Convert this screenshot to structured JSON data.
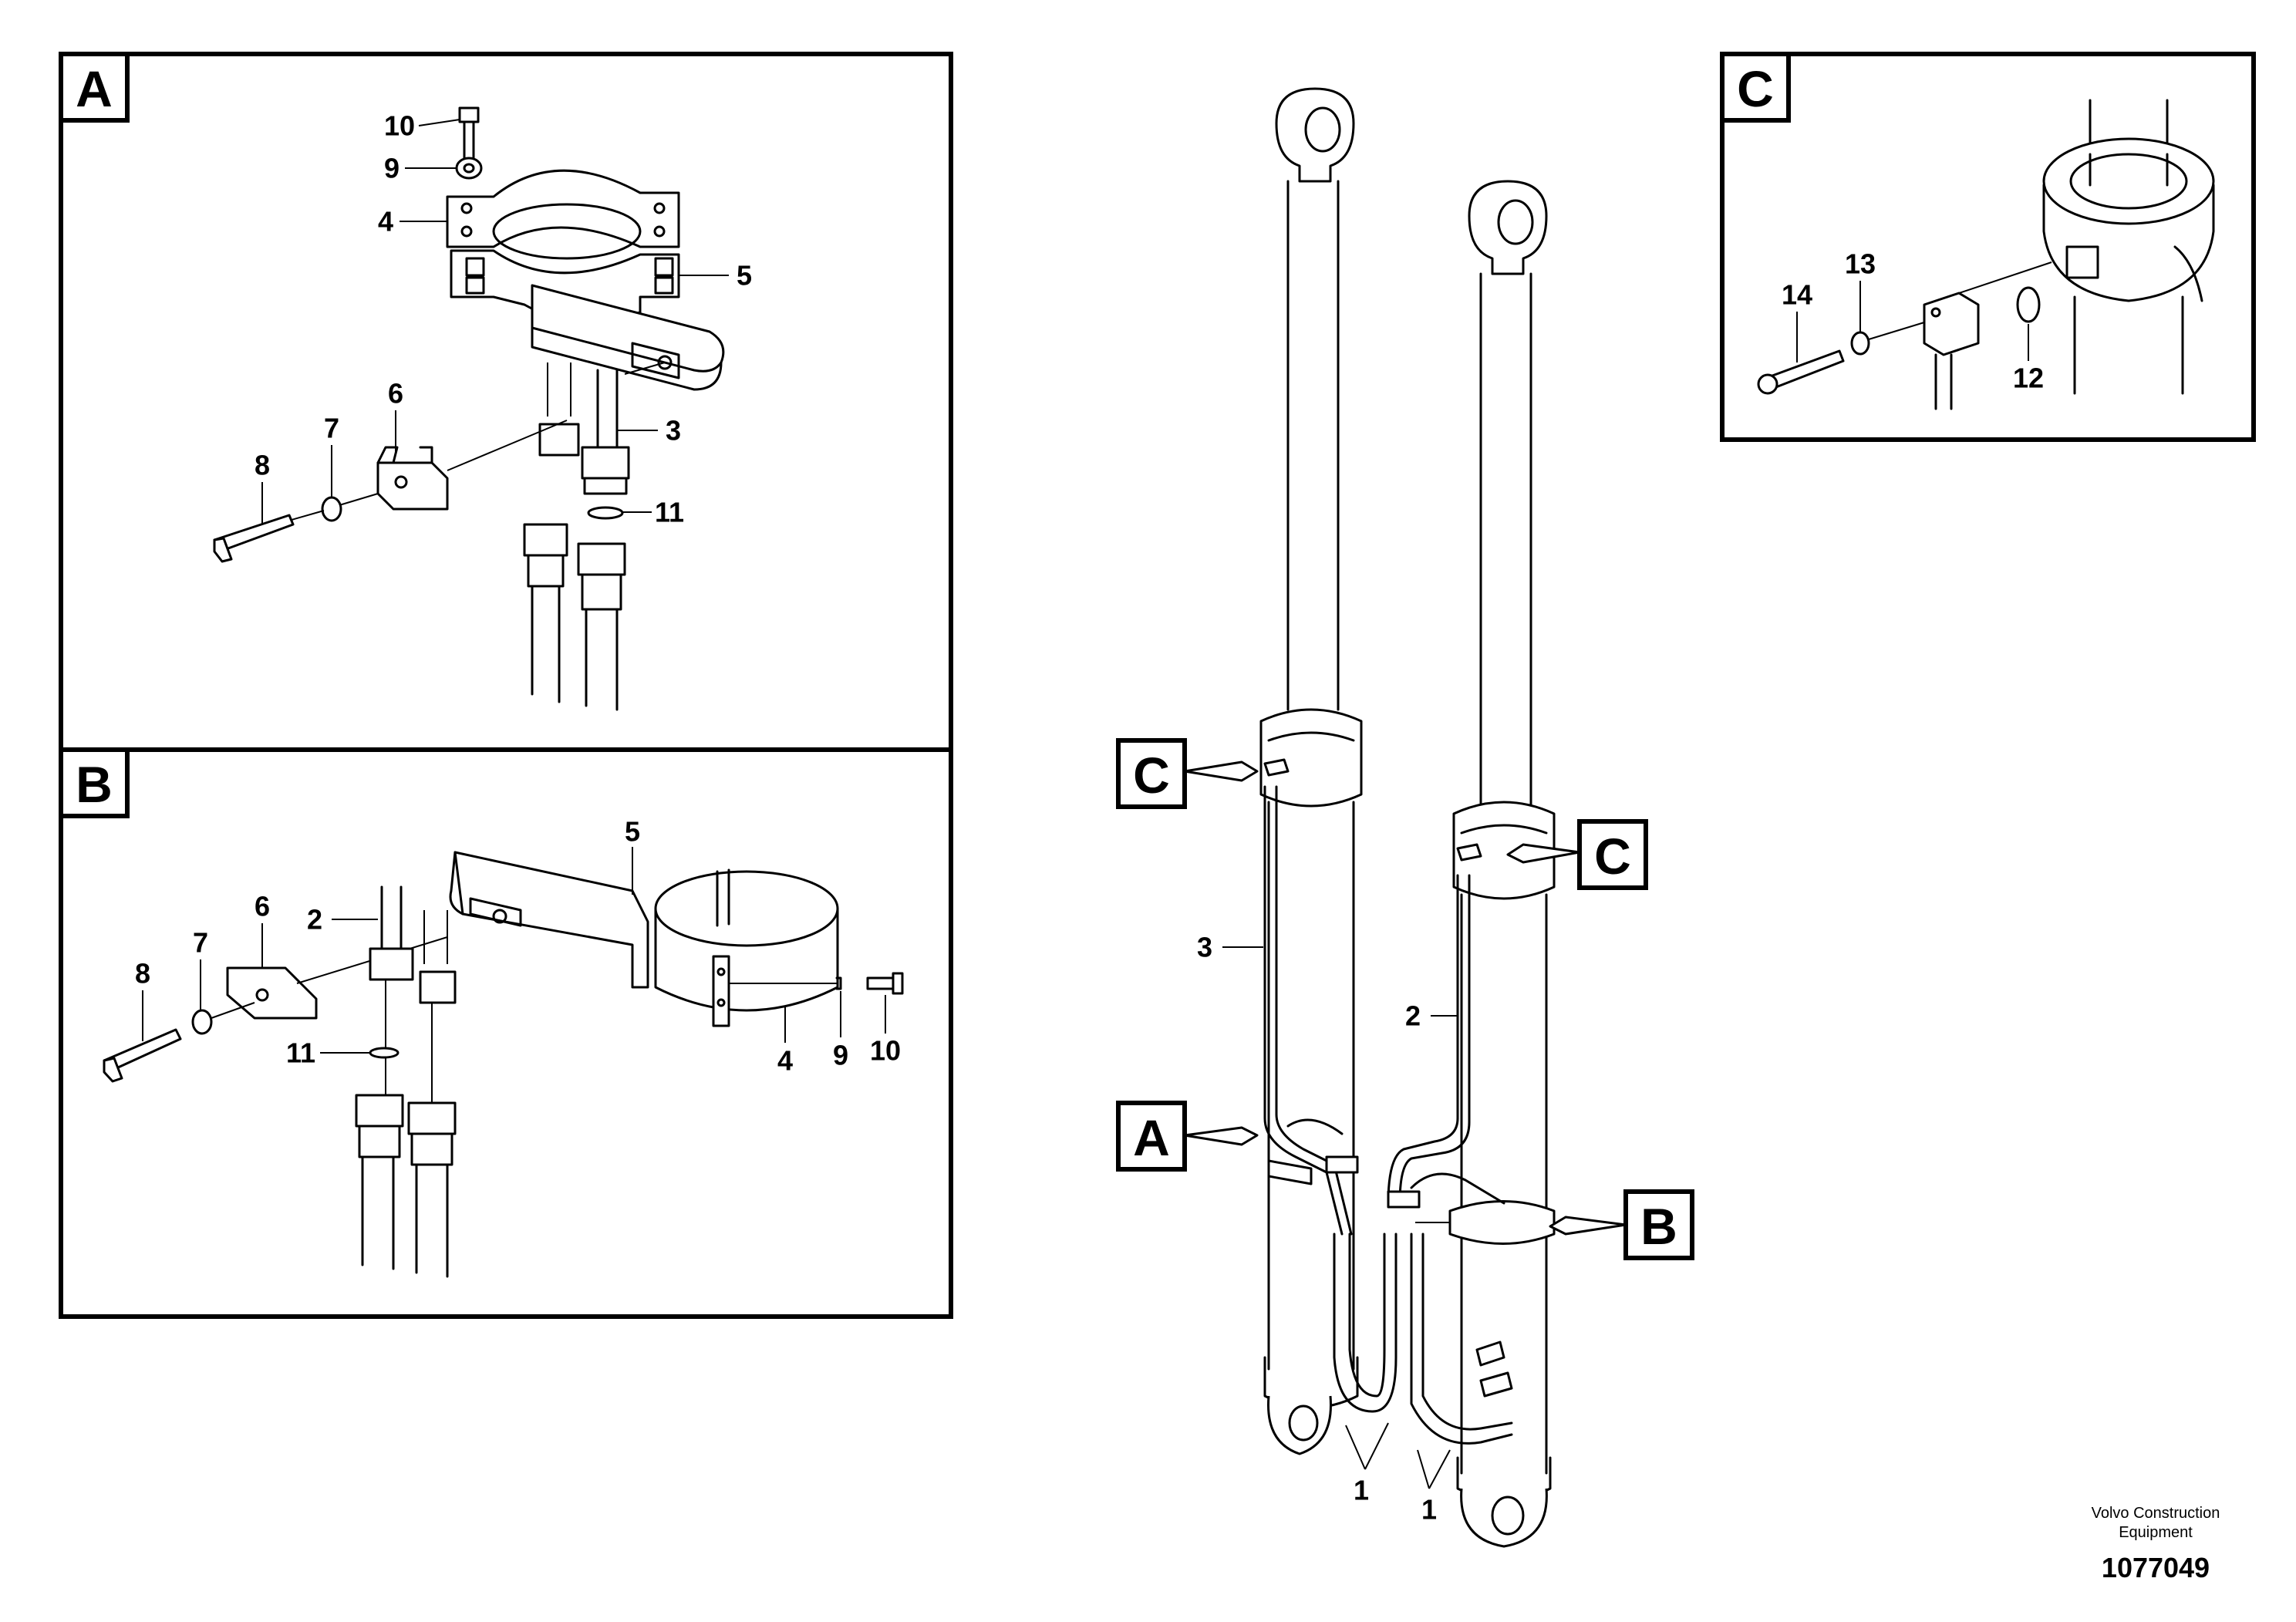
{
  "views": {
    "a": {
      "tag": "A"
    },
    "b": {
      "tag": "B"
    },
    "c": {
      "tag": "C"
    }
  },
  "callouts": {
    "main": {
      "c1": "C",
      "c2": "C",
      "a": "A",
      "b": "B"
    }
  },
  "parts": {
    "a": {
      "p10": "10",
      "p9": "9",
      "p4": "4",
      "p5": "5",
      "p6": "6",
      "p7": "7",
      "p3": "3",
      "p8": "8",
      "p11": "11"
    },
    "b": {
      "p5": "5",
      "p6": "6",
      "p2": "2",
      "p7": "7",
      "p8": "8",
      "p11": "11",
      "p4": "4",
      "p9": "9",
      "p10": "10"
    },
    "c": {
      "p14": "14",
      "p13": "13",
      "p12": "12"
    },
    "main": {
      "p3": "3",
      "p2": "2",
      "p1a": "1",
      "p1b": "1"
    }
  },
  "footer": {
    "credit_line1": "Volvo Construction",
    "credit_line2": "Equipment",
    "doc_number": "1077049"
  }
}
